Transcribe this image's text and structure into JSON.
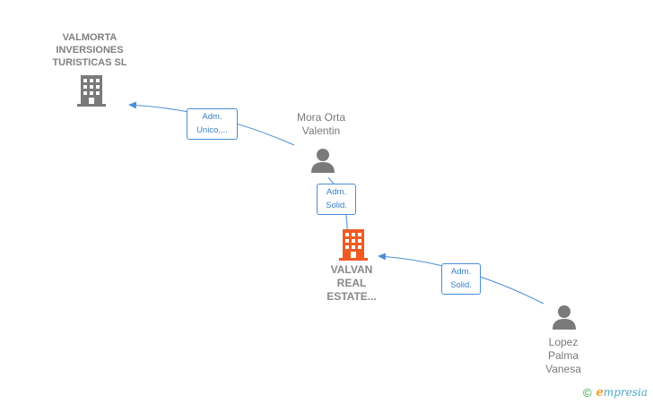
{
  "nodes": {
    "valmorta": {
      "lines": [
        "VALMORTA",
        "INVERSIONES",
        "TURISTICAS SL"
      ],
      "icon": "building-icon",
      "color": "#7a7a7a"
    },
    "mora": {
      "lines": [
        "Mora Orta",
        "Valentin"
      ],
      "icon": "person-icon",
      "color": "#7a7a7a"
    },
    "valvan": {
      "lines": [
        "VALVAN",
        "REAL",
        "ESTATE..."
      ],
      "icon": "building-icon",
      "color": "#f05a22"
    },
    "lopez": {
      "lines": [
        "Lopez",
        "Palma",
        "Vanesa"
      ],
      "icon": "person-icon",
      "color": "#7a7a7a"
    }
  },
  "edges": [
    {
      "from": "mora",
      "to": "valmorta",
      "label": [
        "Adm.",
        "Unico,..."
      ]
    },
    {
      "from": "mora",
      "to": "valvan",
      "label": [
        "Adm.",
        "Solid."
      ]
    },
    {
      "from": "lopez",
      "to": "valvan",
      "label": [
        "Adm.",
        "Solid."
      ]
    }
  ],
  "colors": {
    "edge": "#4a8fd6",
    "edge_text": "#3a7fc8"
  },
  "brand": {
    "copyright": "©",
    "e": "e",
    "name": "mpresia"
  }
}
